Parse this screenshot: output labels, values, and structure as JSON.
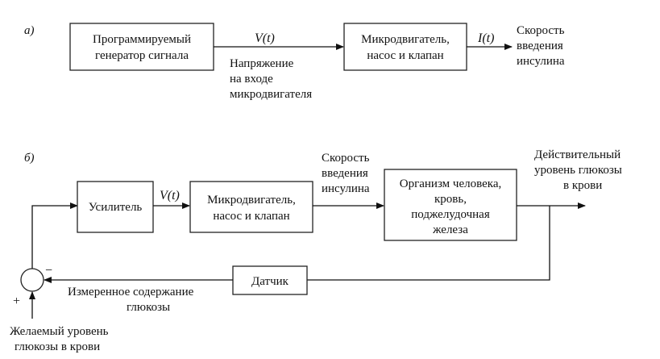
{
  "diagram_a": {
    "label": "а)",
    "block_generator": [
      "Программируемый",
      "генератор сигнала"
    ],
    "signal_v": "V(t)",
    "block_micro": [
      "Микродвигатель,",
      "насос и клапан"
    ],
    "signal_i": "I(t)",
    "output_label": [
      "Скорость",
      "введения",
      "инсулина"
    ],
    "voltage_label": [
      "Напряжение",
      "на входе",
      "микродвигателя"
    ]
  },
  "diagram_b": {
    "label": "б)",
    "block_amplifier": "Усилитель",
    "signal_v": "V(t)",
    "block_micro": [
      "Микродвигатель,",
      "насос и клапан"
    ],
    "rate_label": [
      "Скорость",
      "введения",
      "инсулина"
    ],
    "block_organism": [
      "Организм человека,",
      "кровь,",
      "поджелудочная",
      "железа"
    ],
    "output_label": [
      "Действительный",
      "уровень глюкозы",
      "в крови"
    ],
    "block_sensor": "Датчик",
    "measured_label": [
      "Измеренное содержание",
      "глюкозы"
    ],
    "desired_label": [
      "Желаемый уровень",
      "глюкозы в крови"
    ],
    "sign_minus": "−",
    "sign_plus": "+"
  }
}
